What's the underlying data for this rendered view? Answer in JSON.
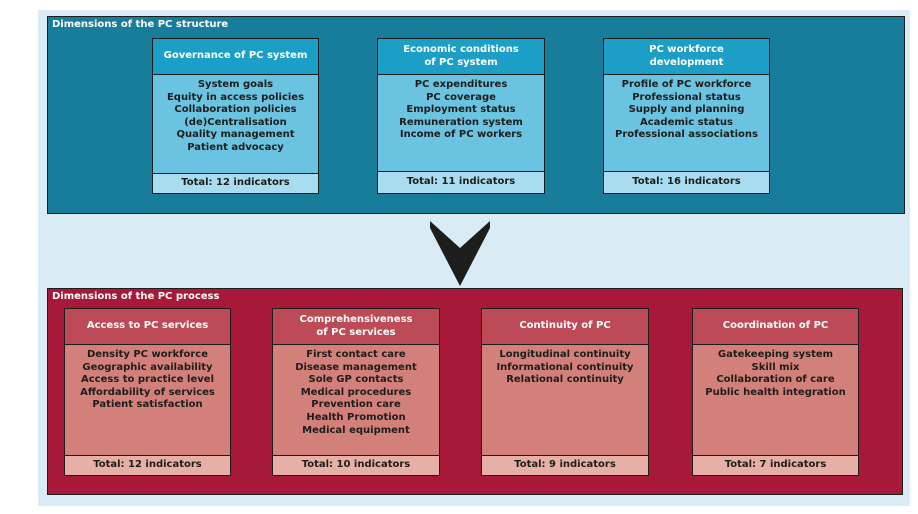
{
  "structure": {
    "title": "Dimensions of the PC structure",
    "cards": [
      {
        "heading": [
          "Governance of PC system"
        ],
        "items": [
          "System goals",
          "Equity in access policies",
          "Collaboration policies",
          "(de)Centralisation",
          "Quality management",
          "Patient advocacy"
        ],
        "total": "Total: 12 indicators"
      },
      {
        "heading": [
          "Economic conditions",
          "of PC system"
        ],
        "items": [
          "PC expenditures",
          "PC coverage",
          "Employment status",
          "Remuneration system",
          "Income of PC workers"
        ],
        "total": "Total: 11 indicators"
      },
      {
        "heading": [
          "PC workforce",
          "development"
        ],
        "items": [
          "Profile of PC workforce",
          "Professional status",
          "Supply and planning",
          "Academic status",
          "Professional associations"
        ],
        "total": "Total: 16 indicators"
      }
    ]
  },
  "process": {
    "title": "Dimensions of the PC process",
    "cards": [
      {
        "heading": [
          "Access to PC services"
        ],
        "items": [
          "Density PC workforce",
          "Geographic availability",
          "Access to practice level",
          "Affordability of services",
          "Patient satisfaction"
        ],
        "total": "Total: 12 indicators"
      },
      {
        "heading": [
          "Comprehensiveness",
          "of PC services"
        ],
        "items": [
          "First contact care",
          "Disease management",
          "Sole GP contacts",
          "Medical procedures",
          "Prevention care",
          "Health Promotion",
          "Medical equipment"
        ],
        "total": "Total: 10 indicators"
      },
      {
        "heading": [
          "Continuity of PC"
        ],
        "items": [
          "Longitudinal continuity",
          "Informational continuity",
          "Relational continuity"
        ],
        "total": "Total: 9 indicators"
      },
      {
        "heading": [
          "Coordination of PC"
        ],
        "items": [
          "Gatekeeping system",
          "Skill mix",
          "Collaboration of care",
          "Public health integration"
        ],
        "total": "Total: 7 indicators"
      }
    ]
  },
  "colors": {
    "structure_panel": "#187d9b",
    "structure_header": "#1b9fc6",
    "structure_body": "#6ac3e0",
    "structure_footer": "#a9dcee",
    "process_panel": "#a81838",
    "process_header": "#bd4b57",
    "process_body": "#d3807a",
    "process_footer": "#e6b0a6",
    "background": "#d9ebf4",
    "arrow": "#1d1d1b"
  }
}
